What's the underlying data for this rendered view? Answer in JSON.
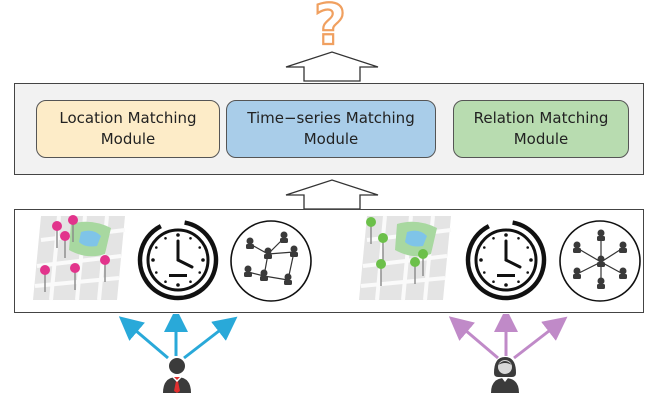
{
  "top_symbol": "?",
  "modules": [
    {
      "line1": "Location Matching",
      "line2": "Module",
      "color": "#fdecc8"
    },
    {
      "line1": "Time−series Matching",
      "line2": "Module",
      "color": "#a9cde9"
    },
    {
      "line1": "Relation Matching",
      "line2": "Module",
      "color": "#b8dcb0"
    }
  ],
  "colors": {
    "question_mark": "#f0a060",
    "left_user_arrows": "#29a9d9",
    "right_user_arrows": "#c08ac8",
    "left_pins": "#e2348c",
    "right_pins": "#6cc04a",
    "panel_bg": "#f2f2f2"
  },
  "icons": {
    "left": [
      "map-with-pink-pins-icon",
      "clock-icon",
      "social-network-icon"
    ],
    "right": [
      "map-with-green-pins-icon",
      "clock-icon",
      "social-network-icon"
    ],
    "users": [
      "male-user-icon",
      "female-user-icon"
    ]
  }
}
